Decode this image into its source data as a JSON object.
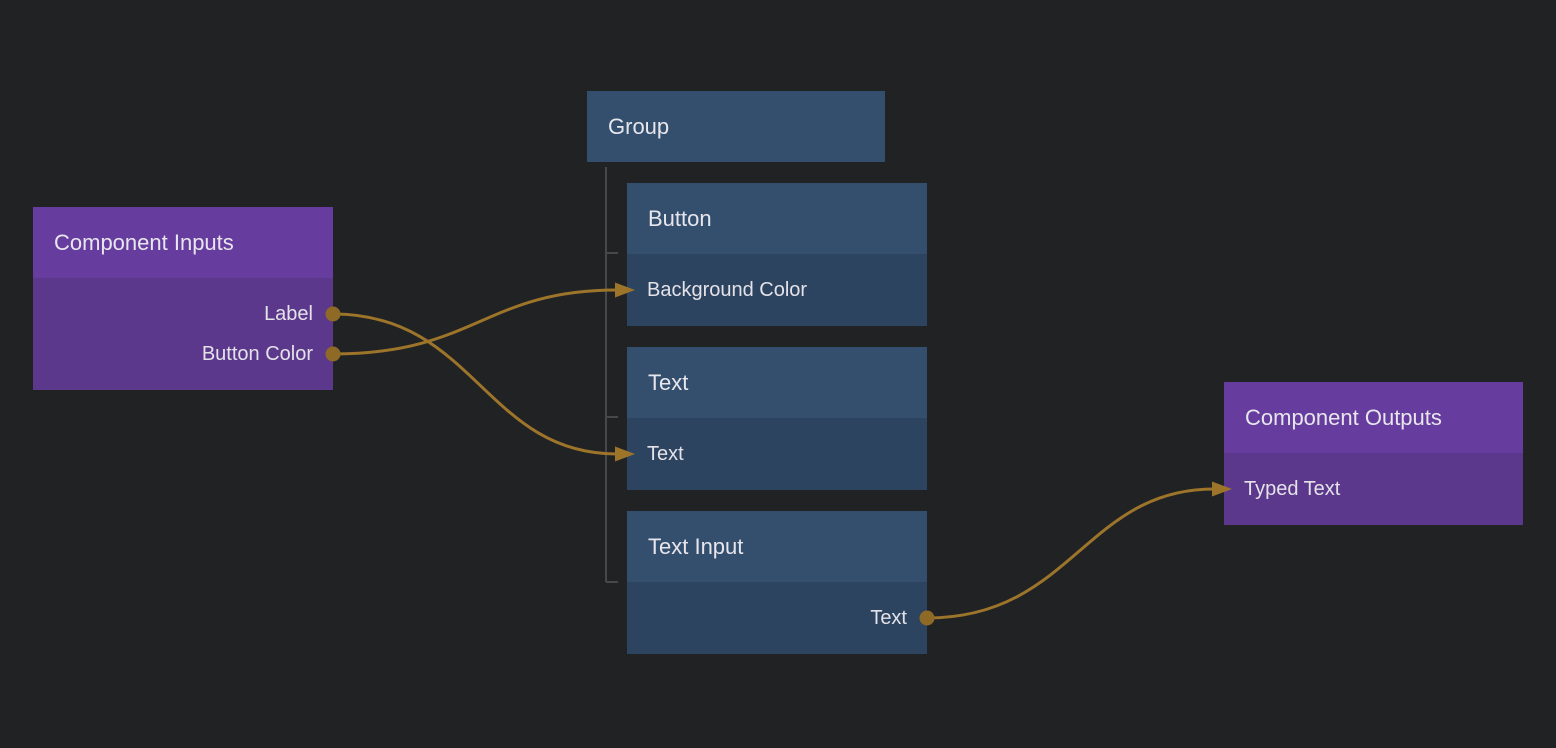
{
  "colors": {
    "background": "#212224",
    "purple_header": "#663c9f",
    "purple_body": "#5c388c",
    "blue_header": "#344f6d",
    "blue_body": "#2d4460",
    "wire": "#9c742a",
    "port": "#8e6a26",
    "hierarchy_line": "#47484a",
    "text": "#e8e6ed"
  },
  "nodes": {
    "component_inputs": {
      "title": "Component Inputs",
      "outputs": [
        "Label",
        "Button Color"
      ]
    },
    "group": {
      "title": "Group"
    },
    "button": {
      "title": "Button",
      "inputs": [
        "Background Color"
      ]
    },
    "text": {
      "title": "Text",
      "inputs": [
        "Text"
      ]
    },
    "text_input": {
      "title": "Text Input",
      "outputs": [
        "Text"
      ]
    },
    "component_outputs": {
      "title": "Component Outputs",
      "inputs": [
        "Typed Text"
      ]
    }
  },
  "connections": [
    {
      "from": "Component Inputs.Label",
      "to": "Text.Text"
    },
    {
      "from": "Component Inputs.Button Color",
      "to": "Button.Background Color"
    },
    {
      "from": "Text Input.Text",
      "to": "Component Outputs.Typed Text"
    }
  ],
  "group_children": [
    "Button",
    "Text",
    "Text Input"
  ]
}
